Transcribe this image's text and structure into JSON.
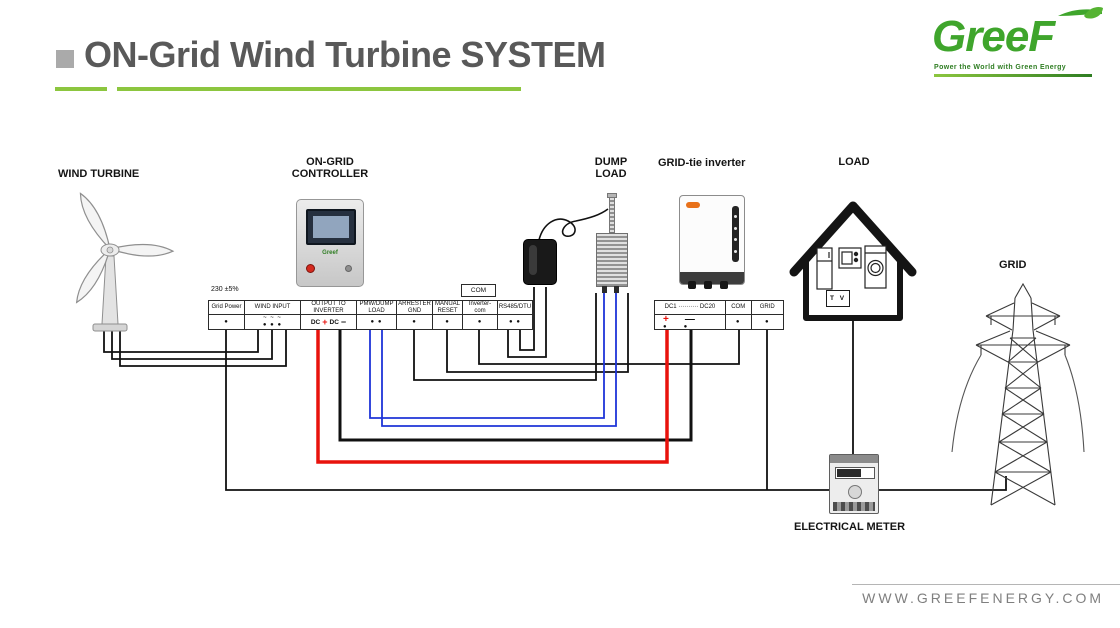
{
  "header": {
    "title": "ON-Grid Wind Turbine SYSTEM",
    "logo": {
      "text": "GreeF",
      "tagline": "Power the World with Green Energy"
    }
  },
  "footer": {
    "website": "WWW.GREEFENERGY.COM"
  },
  "components": {
    "wind_turbine_label": "WIND TURBINE",
    "controller_label_line1": "ON-GRID",
    "controller_label_line2": "CONTROLLER",
    "controller_brand": "Greef",
    "voltage_note": "230 ±5%",
    "dump_load_label_line1": "DUMP",
    "dump_load_label_line2": "LOAD",
    "inverter_label": "GRID-tie inverter",
    "load_label": "LOAD",
    "grid_label": "GRID",
    "meter_label": "ELECTRICAL METER",
    "tv_label": "T V",
    "com_box_label": "COM"
  },
  "terminal_strip_left": {
    "cells": [
      {
        "label": "Grid Power",
        "sub": "●",
        "sub2": ""
      },
      {
        "label": "WIND INPUT",
        "sub": "~ ~ ~",
        "sub2": "● ● ●"
      },
      {
        "label": "OUTPUT TO INVERTER",
        "dc1": "DC",
        "plus": "+",
        "dc2": "DC",
        "minus": "−"
      },
      {
        "label": "PMW/DUMP LOAD",
        "sub": "● ●",
        "sub2": ""
      },
      {
        "label": "ARRESTER GND",
        "sub": "●",
        "sub2": ""
      },
      {
        "label": "MANUAL RESET",
        "sub": "●",
        "sub2": ""
      },
      {
        "label": "Inverter-com",
        "sub": "●",
        "sub2": ""
      },
      {
        "label": "RS485/DTU",
        "sub": "● ●",
        "sub2": ""
      }
    ]
  },
  "terminal_strip_right": {
    "cells": [
      {
        "label": "DC1 ·········· DC20",
        "plus": "+",
        "minus": "—",
        "dots_left": "●",
        "dots_right": "●"
      },
      {
        "label": "COM",
        "sub": "●"
      },
      {
        "label": "GRID",
        "sub": "●"
      }
    ]
  },
  "colors": {
    "accent_green": "#8CC63F",
    "logo_green": "#3FA52C",
    "title_gray": "#595959",
    "wire_black": "#111111",
    "wire_red": "#E8120C",
    "wire_blue": "#1F35D8"
  }
}
